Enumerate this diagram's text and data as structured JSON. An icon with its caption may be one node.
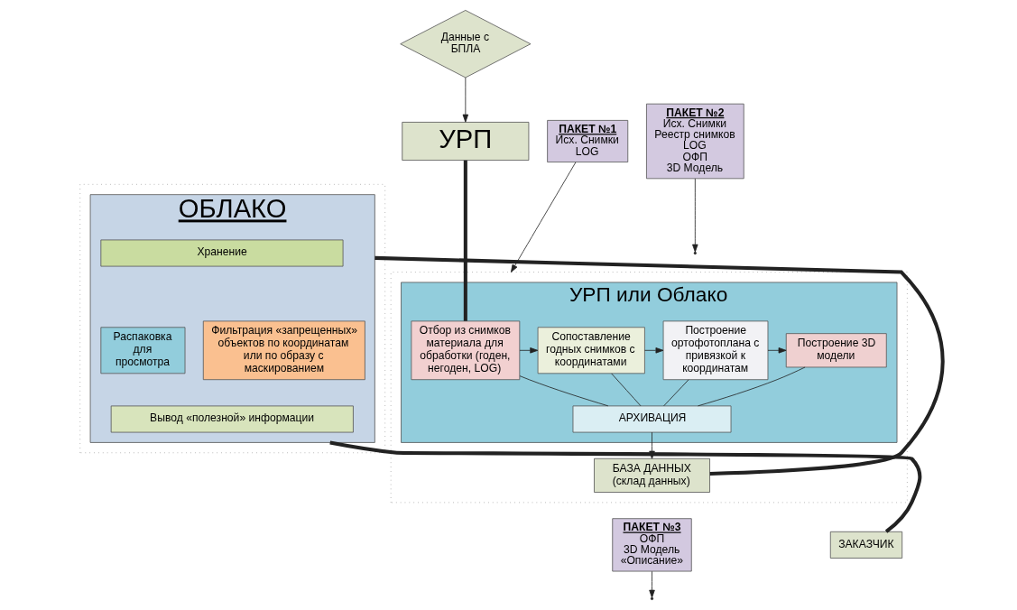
{
  "diagram": {
    "nodes": [
      {
        "text": [
          "Данные с БПЛА"
        ]
      },
      {
        "text": [
          "УРП"
        ]
      },
      {
        "text": [
          "ПАКЕТ №1",
          "Исх. Снимки",
          "LOG"
        ]
      },
      {
        "text": [
          "ПАКЕТ №2",
          "Исх. Снимки",
          "Реестр снимков",
          "LOG",
          "ОФП",
          "3D Модель"
        ]
      },
      {
        "text": [],
        "shape": "box"
      },
      {
        "text": [
          "УРП или Облако"
        ],
        "in": 4
      },
      {
        "text": [
          "Отбор из снимков материала для обработки (годен, негоден, LOG)"
        ],
        "in": 5
      },
      {
        "text": [
          "Сопоставление годных снимков с координатами"
        ],
        "in": 5
      },
      {
        "text": [
          "Построение ортофотоплана с привязкой к координатам"
        ],
        "in": 5
      },
      {
        "text": [
          "Построение 3D модели"
        ],
        "in": 5
      },
      {
        "text": [
          "АРХИВАЦИЯ"
        ],
        "in": 5
      },
      {
        "text": [
          "БАЗА ДАННЫХ (склад данных)"
        ],
        "in": 4
      },
      {
        "text": [],
        "shape": "box"
      },
      {
        "text": [
          "ОБЛАКО"
        ],
        "in": 12
      },
      {
        "text": [
          "Хранение"
        ],
        "in": 13
      },
      {
        "text": [
          "Распаковка для просмотра"
        ],
        "in": 13
      },
      {
        "text": [
          "Фильтрация «запрещенных» объектов по координатам или по образу с маскированием"
        ],
        "in": 13
      },
      {
        "text": [
          "Вывод «полезной» информации"
        ],
        "in": 13
      },
      {
        "text": [
          "ПАКЕТ №3",
          "ОФП",
          "3D Модель",
          "«Описание»"
        ]
      },
      {
        "text": [
          "ЗАКАЗЧИК"
        ]
      }
    ],
    "edges": [
      {
        "from": 0,
        "to": 1,
        "arrow": "to"
      },
      {
        "from": 1,
        "to": 6,
        "arrow": "none",
        "style": "thick"
      },
      {
        "from": 2,
        "to": 4,
        "arrow": "to"
      },
      {
        "from": 6,
        "to": 7,
        "arrow": "to"
      },
      {
        "from": 7,
        "to": 8,
        "arrow": "to"
      },
      {
        "from": 8,
        "to": 9,
        "arrow": "to"
      },
      {
        "from": 6,
        "to": 10,
        "arrow": "none"
      },
      {
        "from": 7,
        "to": 10,
        "arrow": "none"
      },
      {
        "from": 8,
        "to": 10,
        "arrow": "none"
      },
      {
        "from": 9,
        "to": 10,
        "arrow": "none"
      },
      {
        "from": 10,
        "to": 11,
        "arrow": "to"
      },
      {
        "from": 11,
        "to": 13,
        "arrow": "none",
        "style": "thick"
      },
      {
        "from": 3,
        "to": null,
        "arrow": "to"
      },
      {
        "from": 18,
        "to": null,
        "arrow": "to"
      },
      {
        "from": 13,
        "to": 19,
        "arrow": "none",
        "style": "thick"
      }
    ]
  }
}
